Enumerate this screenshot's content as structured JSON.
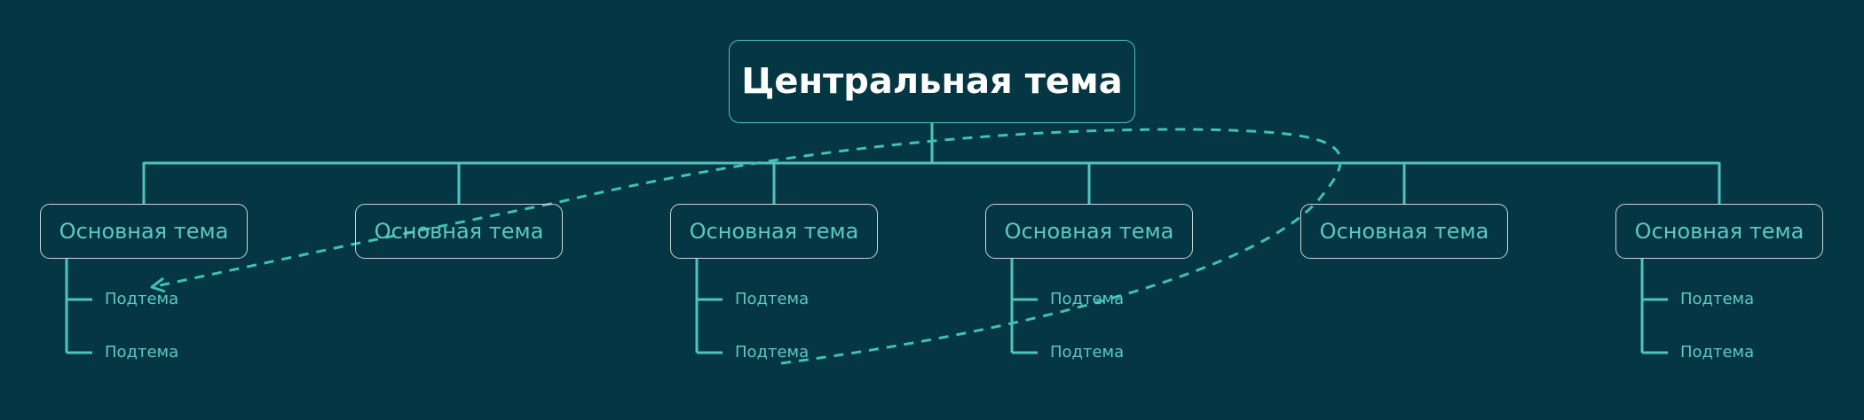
{
  "central_topic": "Центральная тема",
  "main_topics": [
    {
      "label": "Основная тема",
      "subtopics": [
        "Подтема",
        "Подтема"
      ]
    },
    {
      "label": "Основная тема",
      "subtopics": []
    },
    {
      "label": "Основная тема",
      "subtopics": [
        "Подтема",
        "Подтема"
      ]
    },
    {
      "label": "Основная тема",
      "subtopics": [
        "Подтема",
        "Подтема"
      ]
    },
    {
      "label": "Основная тема",
      "subtopics": []
    },
    {
      "label": "Основная тема",
      "subtopics": [
        "Подтема",
        "Подтема"
      ]
    }
  ],
  "colors": {
    "background": "#053643",
    "connector": "#4fc3bd",
    "relationship": "#3ec1ba",
    "central_text": "#ffffff",
    "topic_text": "#5ec9c2",
    "main_border": "#c9d6d7"
  }
}
